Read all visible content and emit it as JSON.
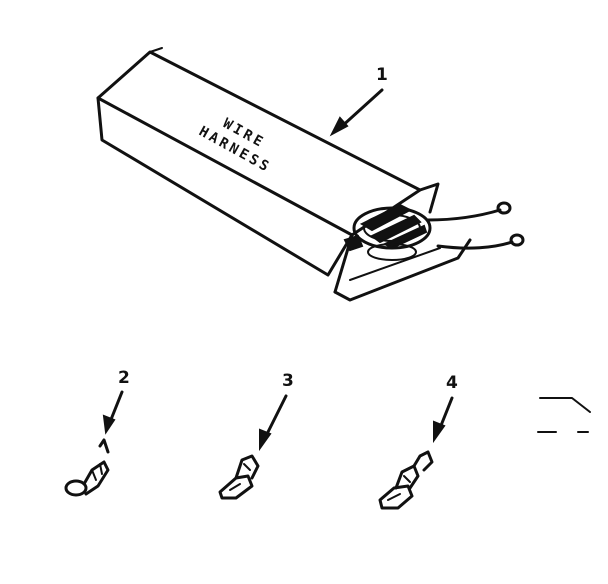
{
  "box_label": {
    "line1": "WIRE",
    "line2": "HARNESS"
  },
  "callouts": {
    "part1": "1",
    "part2": "2",
    "part3": "3",
    "part4": "4"
  }
}
